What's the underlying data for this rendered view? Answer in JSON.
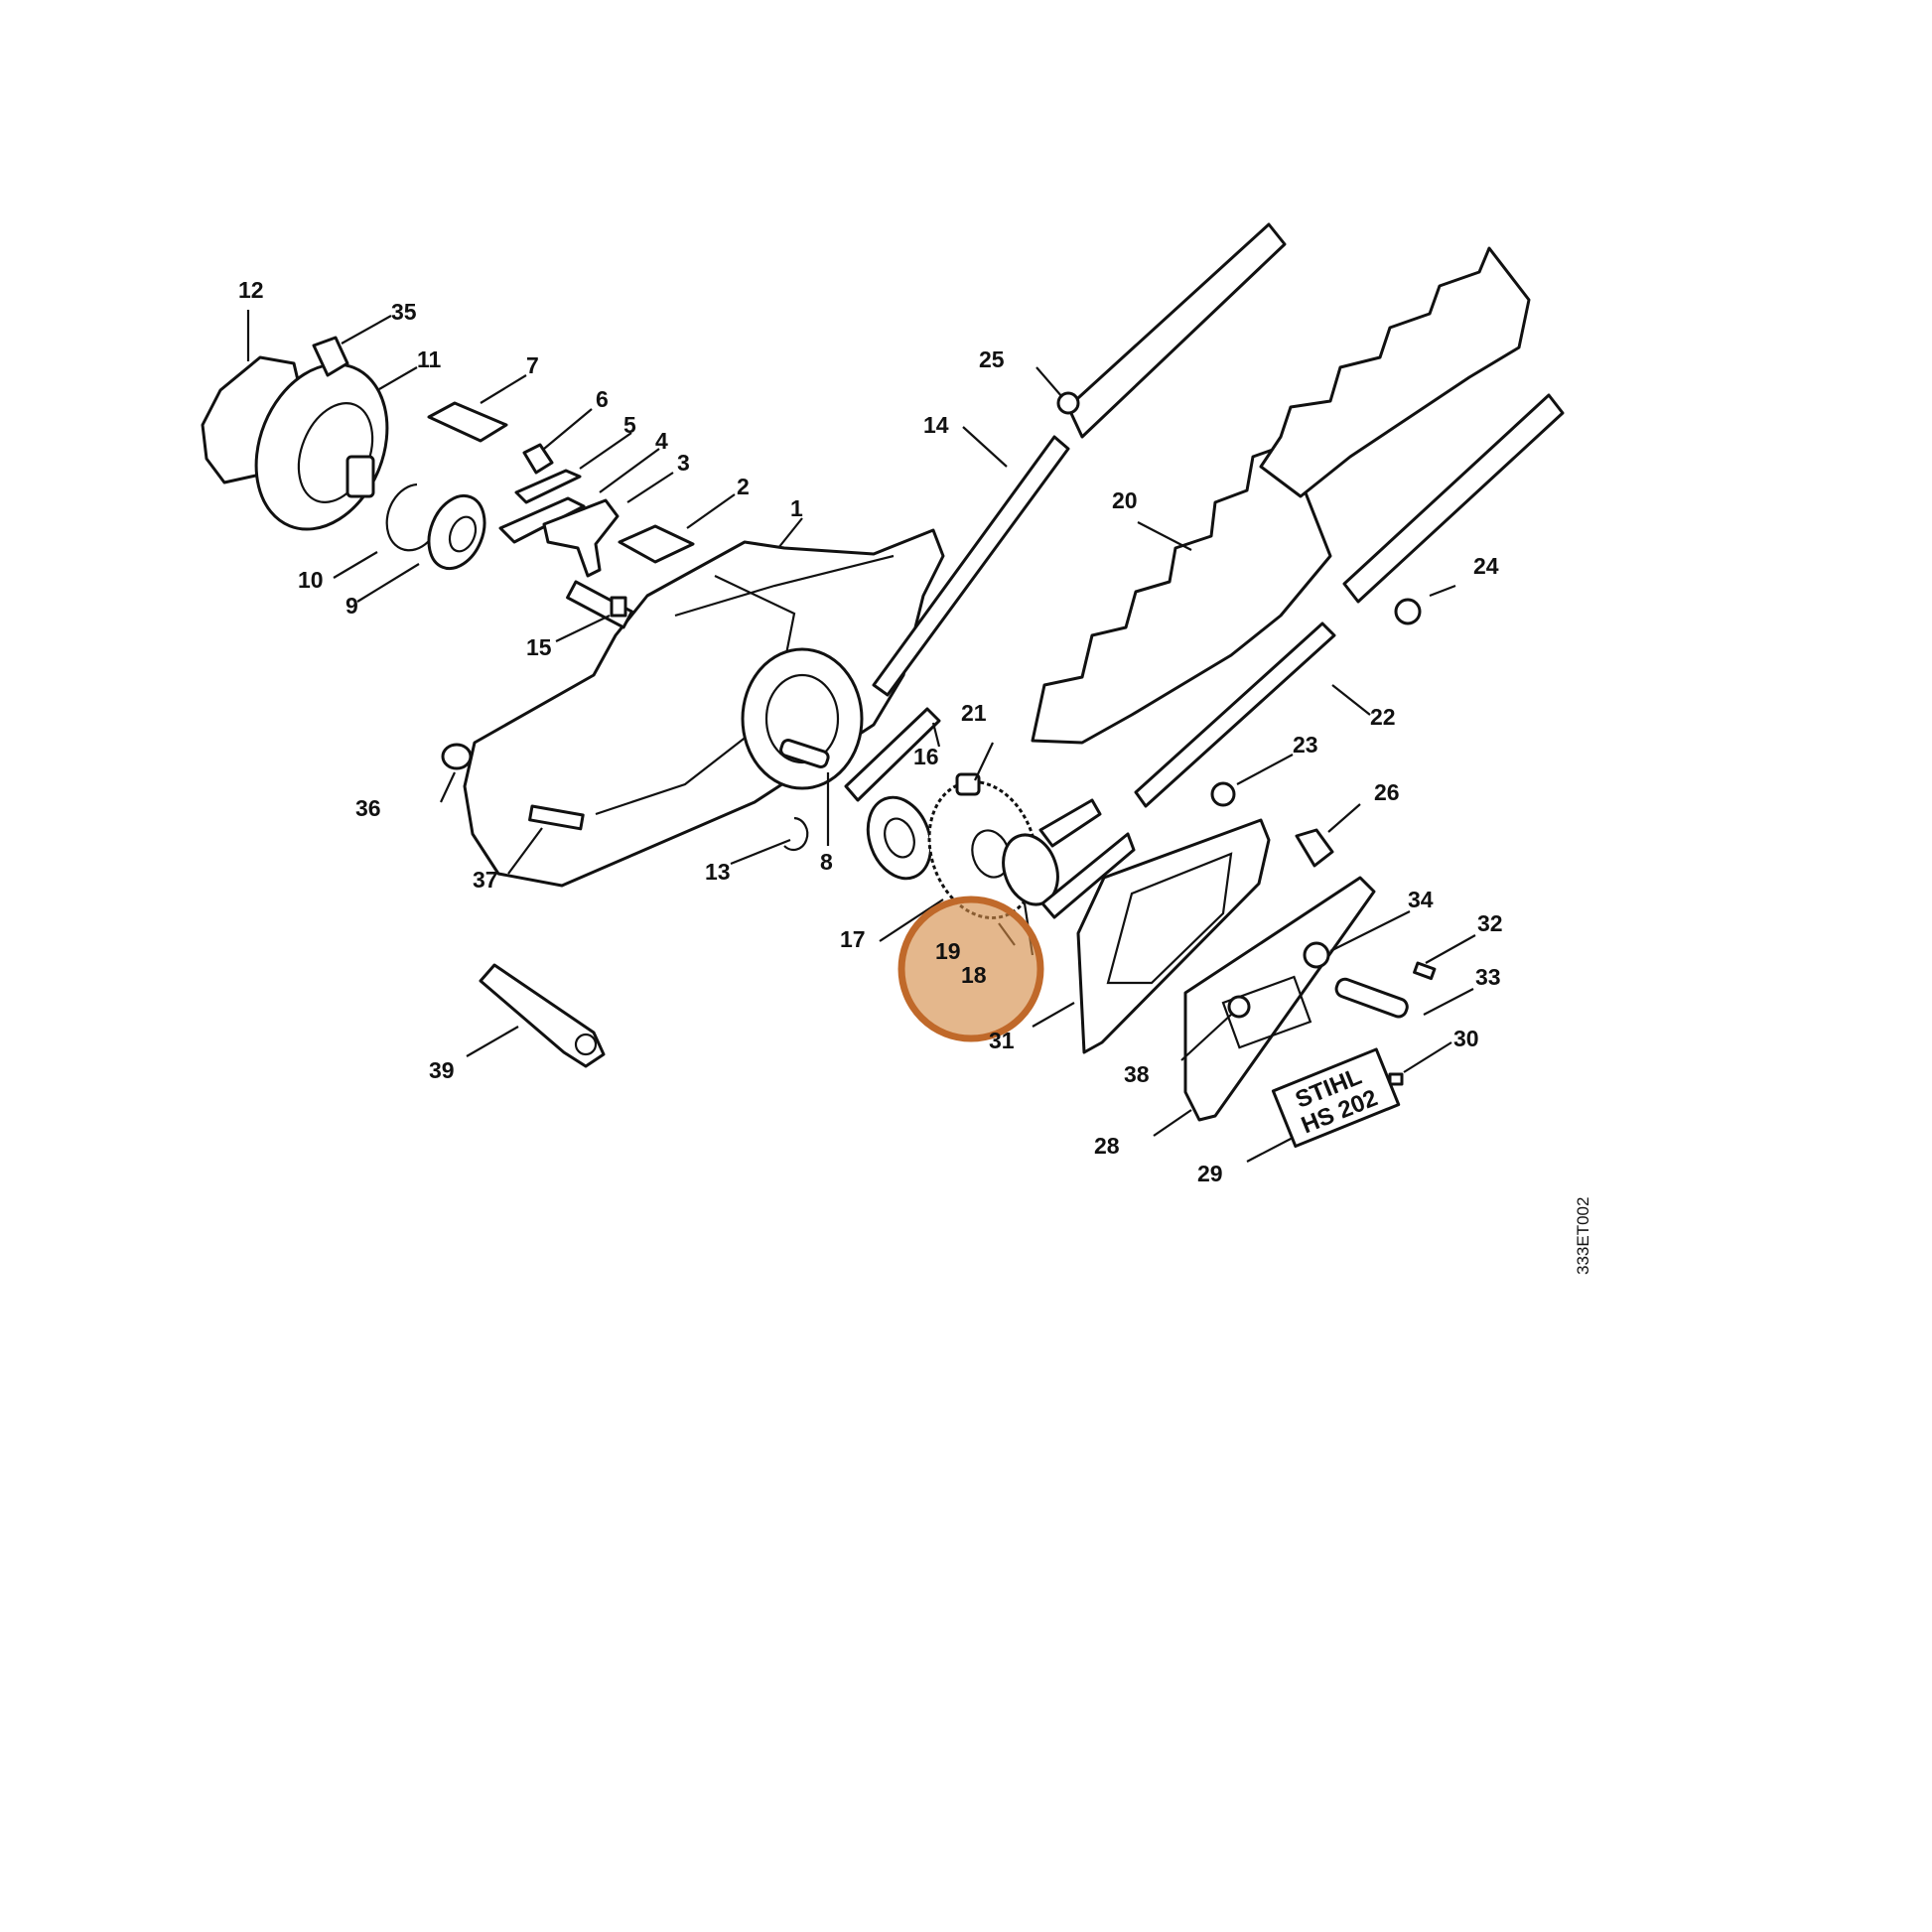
{
  "diagram": {
    "drawing_code": "333ET002",
    "brand_plate": {
      "line1": "STIHL",
      "line2": "HS 202"
    },
    "highlight": {
      "color": "#d48a45",
      "parts": [
        "19",
        "18"
      ]
    },
    "callouts": [
      {
        "id": "p1",
        "label": "1"
      },
      {
        "id": "p2",
        "label": "2"
      },
      {
        "id": "p3",
        "label": "3"
      },
      {
        "id": "p4",
        "label": "4"
      },
      {
        "id": "p5",
        "label": "5"
      },
      {
        "id": "p6",
        "label": "6"
      },
      {
        "id": "p7",
        "label": "7"
      },
      {
        "id": "p8",
        "label": "8"
      },
      {
        "id": "p9",
        "label": "9"
      },
      {
        "id": "p10",
        "label": "10"
      },
      {
        "id": "p11",
        "label": "11"
      },
      {
        "id": "p12",
        "label": "12"
      },
      {
        "id": "p13",
        "label": "13"
      },
      {
        "id": "p14",
        "label": "14"
      },
      {
        "id": "p15",
        "label": "15"
      },
      {
        "id": "p16",
        "label": "16"
      },
      {
        "id": "p17",
        "label": "17"
      },
      {
        "id": "p18",
        "label": "18"
      },
      {
        "id": "p19",
        "label": "19"
      },
      {
        "id": "p20",
        "label": "20"
      },
      {
        "id": "p21",
        "label": "21"
      },
      {
        "id": "p22",
        "label": "22"
      },
      {
        "id": "p23",
        "label": "23"
      },
      {
        "id": "p24",
        "label": "24"
      },
      {
        "id": "p25",
        "label": "25"
      },
      {
        "id": "p26",
        "label": "26"
      },
      {
        "id": "p28",
        "label": "28"
      },
      {
        "id": "p29",
        "label": "29"
      },
      {
        "id": "p30",
        "label": "30"
      },
      {
        "id": "p31",
        "label": "31"
      },
      {
        "id": "p32",
        "label": "32"
      },
      {
        "id": "p33",
        "label": "33"
      },
      {
        "id": "p34",
        "label": "34"
      },
      {
        "id": "p35",
        "label": "35"
      },
      {
        "id": "p36",
        "label": "36"
      },
      {
        "id": "p37",
        "label": "37"
      },
      {
        "id": "p38",
        "label": "38"
      },
      {
        "id": "p39",
        "label": "39"
      }
    ]
  }
}
